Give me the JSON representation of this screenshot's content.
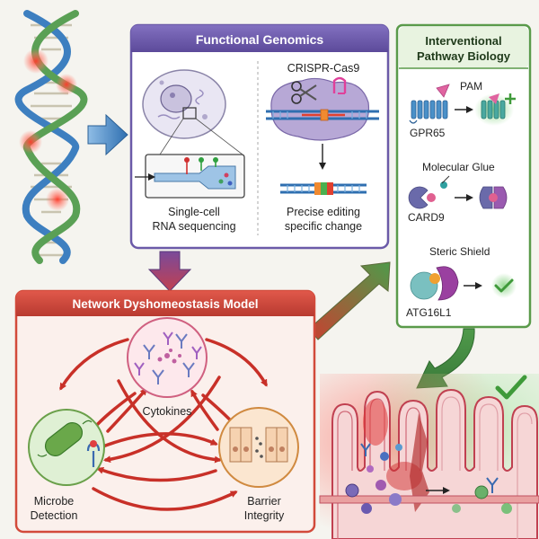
{
  "functional_genomics": {
    "title": "Functional Genomics",
    "left_caption_line1": "Single-cell",
    "left_caption_line2": "RNA sequencing",
    "crispr_label": "CRISPR-Cas9",
    "right_caption_line1": "Precise editing",
    "right_caption_line2": "specific change"
  },
  "interventional": {
    "title_line1": "Interventional",
    "title_line2": "Pathway Biology",
    "items": [
      {
        "label": "PAM",
        "target": "GPR65"
      },
      {
        "label": "Molecular Glue",
        "target": "CARD9"
      },
      {
        "label": "Steric Shield",
        "target": "ATG16L1"
      }
    ]
  },
  "network_model": {
    "title": "Network Dyshomeostasis Model",
    "nodes": {
      "cytokines": "Cytokines",
      "microbe_line1": "Microbe",
      "microbe_line2": "Detection",
      "barrier_line1": "Barrier",
      "barrier_line2": "Integrity"
    }
  },
  "colors": {
    "genomics_accent": "#6b5aa8",
    "interventional_accent": "#5a9a4a",
    "network_accent": "#d24a3a",
    "dna_blue": "#3d7fc0",
    "dna_green": "#5aa055",
    "check_green": "#3f9a3a"
  }
}
